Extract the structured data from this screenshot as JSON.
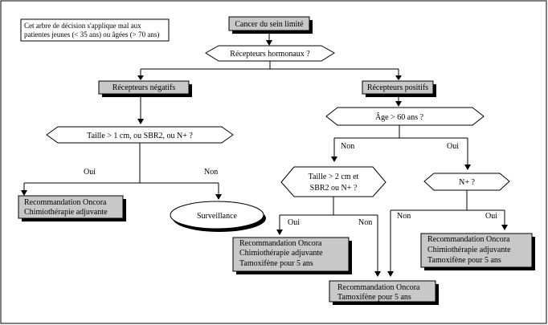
{
  "note": {
    "line1": "Cet arbre de décision s'applique mal aux",
    "line2": "patientes jeunes (< 35 ans) ou âgées (> 70 ans)"
  },
  "root": {
    "label": "Cancer du sein limité"
  },
  "q_hormone": {
    "label": "Récepteurs hormonaux ?"
  },
  "neg": {
    "label": "Récepteurs  négatifs"
  },
  "pos": {
    "label": "Récepteurs positifs"
  },
  "q_size1": {
    "label": "Taille > 1 cm, ou SBR2, ou N+ ?"
  },
  "q_age": {
    "label": "Âge > 60 ans ?"
  },
  "q_size2": {
    "line1": "Taille > 2 cm et",
    "line2": "SBR2 ou N+ ?"
  },
  "q_n": {
    "label": "N+ ?"
  },
  "labels": {
    "oui_left": "Oui",
    "non_left": "Non",
    "non_age": "Non",
    "oui_age": "Oui",
    "oui_size2": "Oui",
    "non_size2": "Non",
    "non_n": "Non",
    "oui_n": "Oui"
  },
  "rec_chimio": {
    "line1": "Recommandation Oncora",
    "line2": "Chimiothérapie adjuvante"
  },
  "surveillance": {
    "label": "Surveillance"
  },
  "rec_chimio_tam": {
    "line1": "Recommandation Oncora",
    "line2": "Chimiothérapie adjuvante",
    "line3": "Tamoxifène pour 5 ans"
  },
  "rec_tam": {
    "line1": "Recommandation Oncora",
    "line2": "Tamoxifène pour 5 ans"
  },
  "rec_chimio_tam_right": {
    "line1": "Recommandation Oncora",
    "line2": "Chimiothérapie adjuvante",
    "line3": "Tamoxifène pour 5 ans"
  }
}
